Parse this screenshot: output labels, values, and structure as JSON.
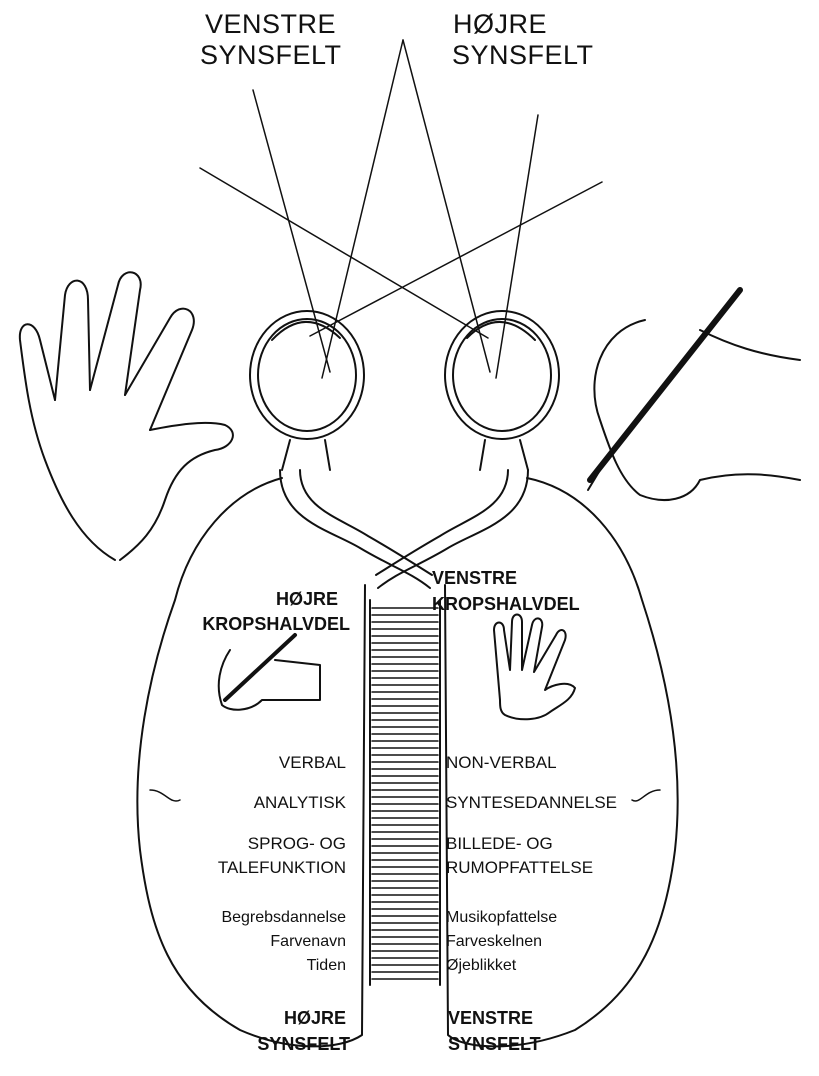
{
  "top_labels": {
    "left": [
      "VENSTRE",
      "SYNSFELT"
    ],
    "right": [
      "HØJRE",
      "SYNSFELT"
    ]
  },
  "hemisphere_left": {
    "body_half": [
      "HØJRE",
      "KROPSHALVDEL"
    ],
    "functions": [
      "VERBAL",
      "ANALYTISK",
      "SPROG- OG",
      "TALEFUNKTION"
    ],
    "details": [
      "Begrebsdannelse",
      "Farvenavn",
      "Tiden"
    ],
    "visual_field": [
      "HØJRE",
      "SYNSFELT"
    ]
  },
  "hemisphere_right": {
    "body_half": [
      "VENSTRE",
      "KROPSHALVDEL"
    ],
    "functions": [
      "NON-VERBAL",
      "SYNTESEDANNELSE",
      "BILLEDE- OG",
      "RUMOPFATTELSE"
    ],
    "details": [
      "Musikopfattelse",
      "Farveskelnen",
      "Øjeblikket"
    ],
    "visual_field": [
      "VENSTRE",
      "SYNSFELT"
    ]
  },
  "icons": [
    "open-hand-icon",
    "writing-hand-icon",
    "eye-icon",
    "brain-icon",
    "corpus-callosum-icon"
  ]
}
